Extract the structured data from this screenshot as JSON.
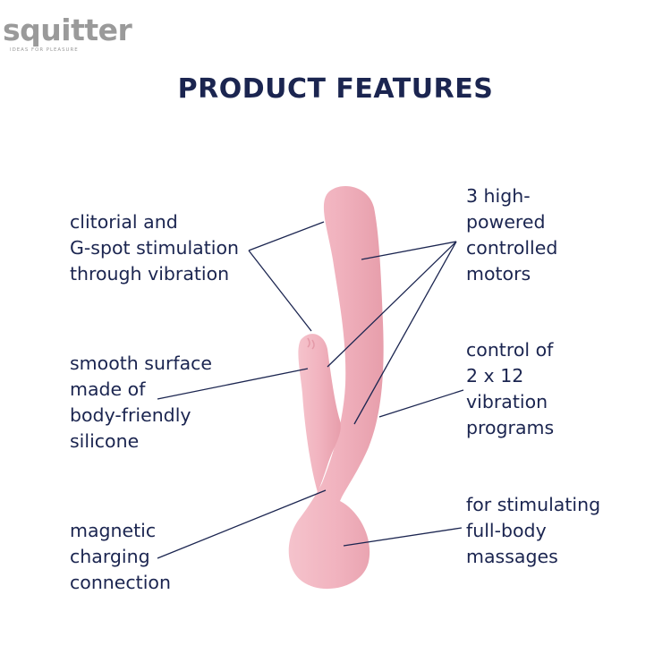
{
  "brand": {
    "name": "squitter",
    "tagline": "IDEAS FOR PLEASURE",
    "color": "#9a9a9a"
  },
  "title": "PRODUCT FEATURES",
  "text_color": "#1b2550",
  "product_color": "#f1b3bf",
  "features": {
    "stimulation": [
      "clitorial and",
      "G-spot stimulation",
      "through vibration"
    ],
    "surface": [
      "smooth surface",
      "made of",
      "body-friendly",
      "silicone"
    ],
    "charging": [
      "magnetic",
      "charging",
      "connection"
    ],
    "motors": [
      "3 high-",
      "powered",
      "controlled",
      "motors"
    ],
    "programs": [
      "control of",
      "2 x 12",
      "vibration",
      "programs"
    ],
    "massage": [
      "for stimulating",
      "full-body",
      "massages"
    ]
  }
}
